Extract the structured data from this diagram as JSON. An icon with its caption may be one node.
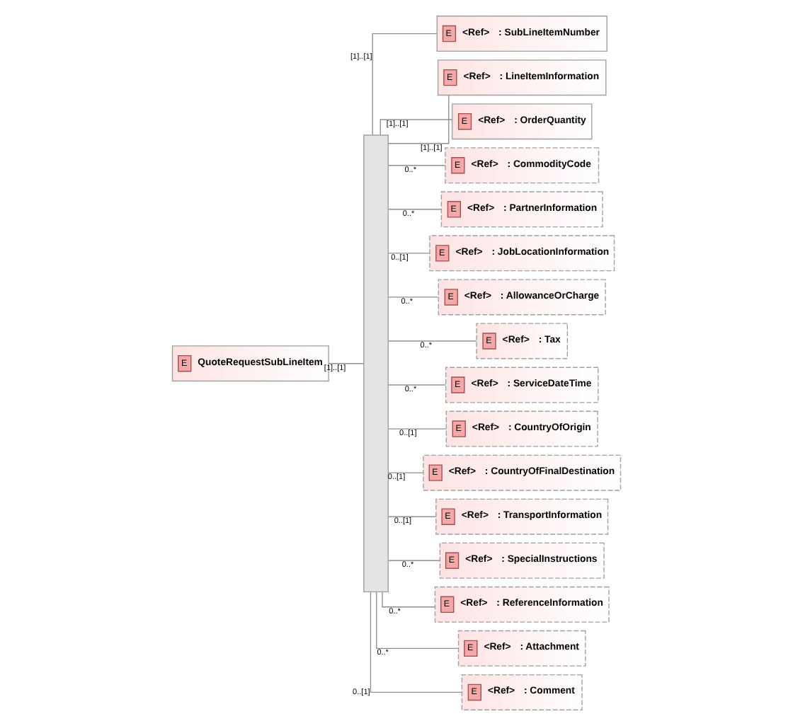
{
  "diagram": {
    "nodes": [
      {
        "text": [
          "E",
          "QuoteRequestSubLineItem"
        ]
      },
      {
        "text": [],
        "shape": "bar"
      },
      {
        "text": [
          "E",
          "<Ref>",
          ": SubLineItemNumber"
        ]
      },
      {
        "text": [
          "E",
          "<Ref>",
          ": LineItemInformation"
        ]
      },
      {
        "text": [
          "E",
          "<Ref>",
          ": OrderQuantity"
        ]
      },
      {
        "text": [
          "E",
          "<Ref>",
          ": CommodityCode"
        ]
      },
      {
        "text": [
          "E",
          "<Ref>",
          ": PartnerInformation"
        ]
      },
      {
        "text": [
          "E",
          "<Ref>",
          ": JobLocationInformation"
        ]
      },
      {
        "text": [
          "E",
          "<Ref>",
          ": AllowanceOrCharge"
        ]
      },
      {
        "text": [
          "E",
          "<Ref>",
          ": Tax"
        ]
      },
      {
        "text": [
          "E",
          "<Ref>",
          ": ServiceDateTime"
        ]
      },
      {
        "text": [
          "E",
          "<Ref>",
          ": CountryOfOrigin"
        ]
      },
      {
        "text": [
          "E",
          "<Ref>",
          ": CountryOfFinalDestination"
        ]
      },
      {
        "text": [
          "E",
          "<Ref>",
          ": TransportInformation"
        ]
      },
      {
        "text": [
          "E",
          "<Ref>",
          ": SpecialInstructions"
        ]
      },
      {
        "text": [
          "E",
          "<Ref>",
          ": ReferenceInformation"
        ]
      },
      {
        "text": [
          "E",
          "<Ref>",
          ": Attachment"
        ]
      },
      {
        "text": [
          "E",
          "<Ref>",
          ": Comment"
        ]
      }
    ],
    "edges": [
      {
        "from": 0,
        "to": 1,
        "arrow": "none",
        "label": "[1]..[1]"
      },
      {
        "from": 1,
        "to": 2,
        "arrow": "none",
        "label": "[1]..[1]"
      },
      {
        "from": 1,
        "to": 3,
        "arrow": "none",
        "label": "[1]..[1]"
      },
      {
        "from": 1,
        "to": 4,
        "arrow": "none",
        "label": "[1]..[1]"
      },
      {
        "from": 1,
        "to": 5,
        "arrow": "none",
        "label": "0..*"
      },
      {
        "from": 1,
        "to": 6,
        "arrow": "none",
        "label": "0..*"
      },
      {
        "from": 1,
        "to": 7,
        "arrow": "none",
        "label": "0..[1]"
      },
      {
        "from": 1,
        "to": 8,
        "arrow": "none",
        "label": "0..*"
      },
      {
        "from": 1,
        "to": 9,
        "arrow": "none",
        "label": "0..*"
      },
      {
        "from": 1,
        "to": 10,
        "arrow": "none",
        "label": "0..*"
      },
      {
        "from": 1,
        "to": 11,
        "arrow": "none",
        "label": "0..[1]"
      },
      {
        "from": 1,
        "to": 12,
        "arrow": "none",
        "label": "0..[1]"
      },
      {
        "from": 1,
        "to": 13,
        "arrow": "none",
        "label": "0..[1]"
      },
      {
        "from": 1,
        "to": 14,
        "arrow": "none",
        "label": "0..*"
      },
      {
        "from": 1,
        "to": 15,
        "arrow": "none",
        "label": "0..*"
      },
      {
        "from": 1,
        "to": 16,
        "arrow": "none",
        "label": "0..*"
      },
      {
        "from": 1,
        "to": 17,
        "arrow": "none",
        "label": "0..[1]"
      }
    ]
  }
}
